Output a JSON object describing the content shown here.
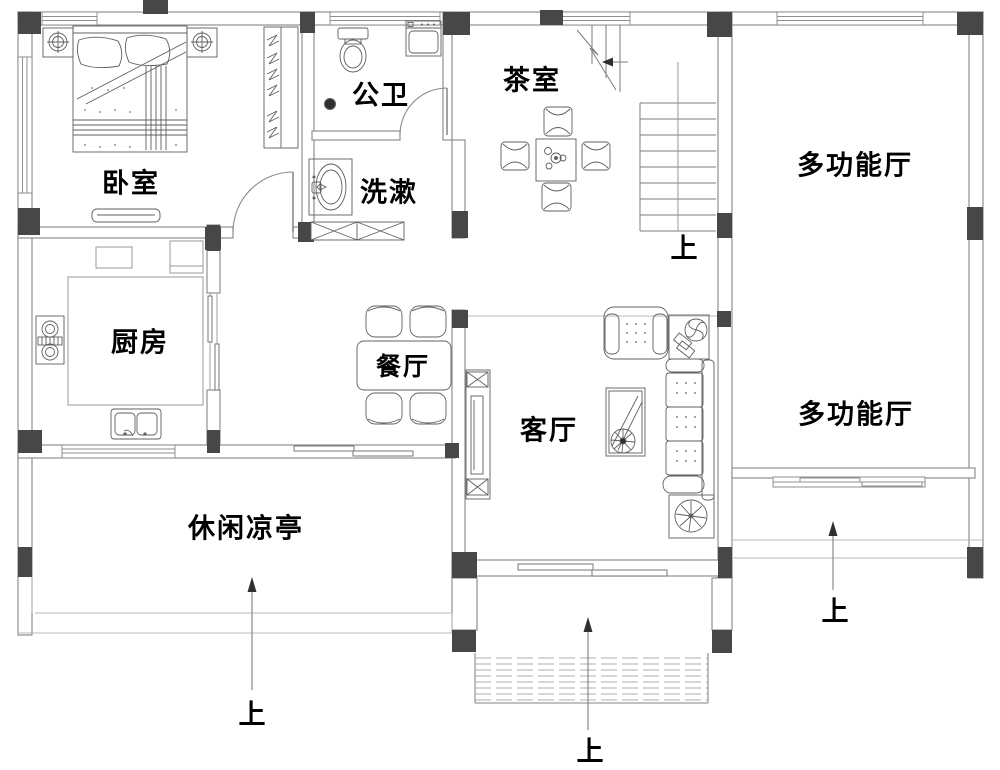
{
  "plan": {
    "colors": {
      "background": "#ffffff",
      "wall_line": "#8f8f8f",
      "pillar": "#474747",
      "furniture_line": "#5f5f5f",
      "text": "#000000"
    },
    "rooms": [
      {
        "id": "bedroom",
        "label": "卧室"
      },
      {
        "id": "public-bathroom",
        "label": "公卫"
      },
      {
        "id": "washroom",
        "label": "洗漱"
      },
      {
        "id": "tea-room",
        "label": "茶室"
      },
      {
        "id": "multi-function-hall-top",
        "label": "多功能厅"
      },
      {
        "id": "kitchen",
        "label": "厨房"
      },
      {
        "id": "dining-room",
        "label": "餐厅"
      },
      {
        "id": "living-room",
        "label": "客厅"
      },
      {
        "id": "multi-function-hall-right",
        "label": "多功能厅"
      },
      {
        "id": "leisure-pavilion",
        "label": "休闲凉亭"
      }
    ],
    "direction_marks": [
      {
        "id": "stairs-up",
        "label": "上"
      },
      {
        "id": "pavilion-up",
        "label": "上"
      },
      {
        "id": "entry-up",
        "label": "上"
      },
      {
        "id": "terrace-up",
        "label": "上"
      }
    ]
  }
}
